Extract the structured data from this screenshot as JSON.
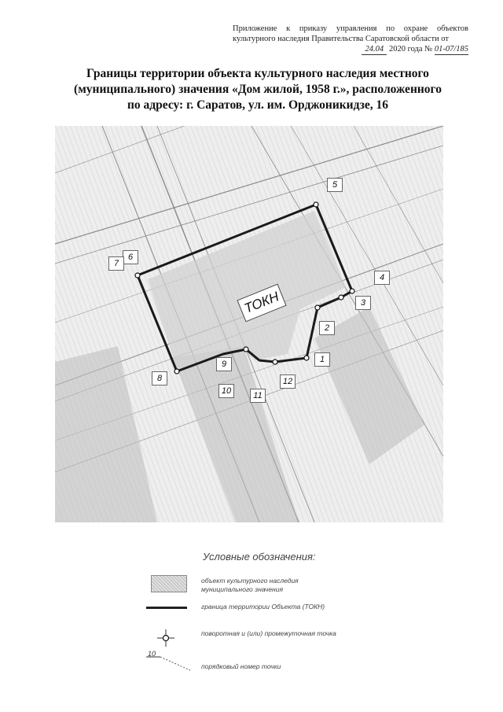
{
  "header_note": {
    "line1": "Приложение к приказу управления по охране объектов культурного наследия Правительства Саратовской области от",
    "date_day": "24.04",
    "year_text": "2020 года №",
    "number": "01-07/185"
  },
  "title": "Границы территории объекта культурного наследия местного (муниципального) значения «Дом жилой, 1958 г.», расположенного по адресу: г. Саратов, ул. им. Орджоникидзе, 16",
  "map": {
    "zone_label": "ТОКН",
    "points": [
      "1",
      "2",
      "3",
      "4",
      "5",
      "6",
      "7",
      "8",
      "9",
      "10",
      "11",
      "12"
    ],
    "boundary_color": "#1a1a1a"
  },
  "legend": {
    "title": "Условные обозначения:",
    "items": [
      {
        "icon": "hatched-area-icon",
        "text": "объект культурного наследия муниципального значения"
      },
      {
        "icon": "boundary-line-icon",
        "text": "граница территории Объекта (ТОКН)"
      },
      {
        "icon": "turning-point-icon",
        "text": "поворотная и (или) промежуточная точка"
      },
      {
        "icon": "point-number-icon",
        "text": "порядковый номер точки",
        "sample_number": "10"
      }
    ]
  }
}
